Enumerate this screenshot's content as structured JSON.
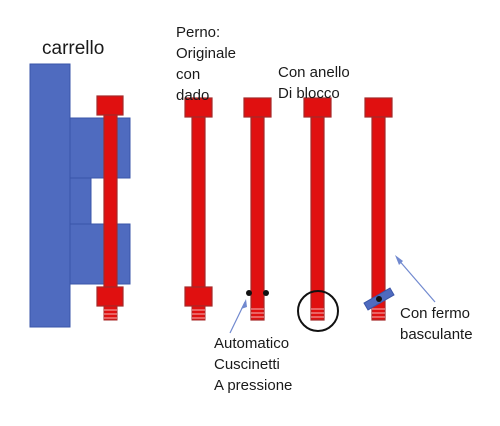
{
  "colors": {
    "carriage_blue": "#4f6bbf",
    "carriage_stroke": "#3a55a8",
    "pin_red": "#e01010",
    "pin_stroke": "#a52a2a",
    "arrow_blue": "#7189cf"
  },
  "labels": {
    "carrello": "carrello",
    "perno": [
      "Perno:",
      "Originale",
      "con",
      "dado"
    ],
    "anello": [
      "Con anello",
      "Di blocco"
    ],
    "automatico": [
      "Automatico",
      "Cuscinetti",
      "A pressione"
    ],
    "fermo": [
      "Con fermo",
      "basculante"
    ]
  },
  "pins": [
    {
      "type": "con-dado"
    },
    {
      "type": "automatico-cuscinetti"
    },
    {
      "type": "con-anello-di-blocco"
    },
    {
      "type": "con-fermo-basculante"
    }
  ]
}
